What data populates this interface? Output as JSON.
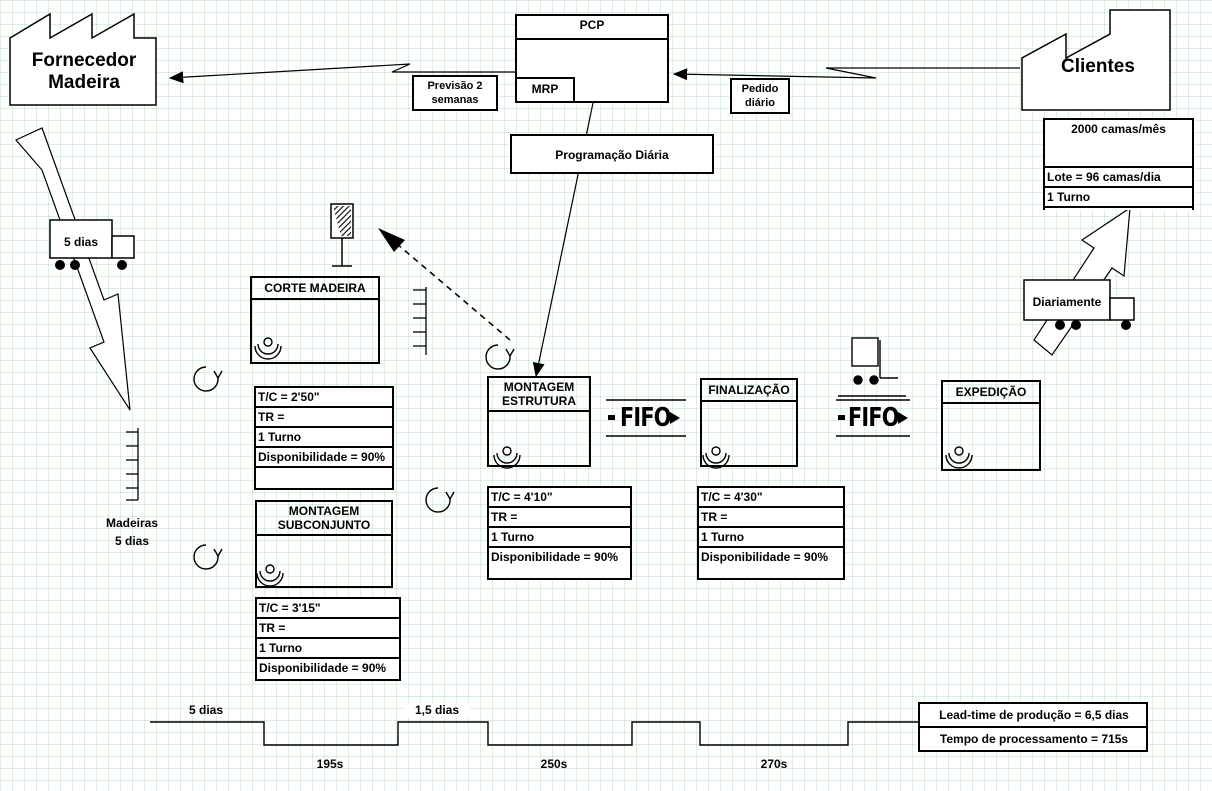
{
  "supplier": {
    "name_line1": "Fornecedor",
    "name_line2": "Madeira"
  },
  "customer": {
    "name": "Clientes",
    "demand": "2000 camas/mês",
    "lot": "Lote = 96 camas/dia",
    "shift": "1 Turno"
  },
  "pcp": {
    "title": "PCP",
    "mrp": "MRP"
  },
  "info_flows": {
    "forecast_line1": "Previsão 2",
    "forecast_line2": "semanas",
    "order_line1": "Pedido",
    "order_line2": "diário",
    "daily_schedule": "Programação  Diária"
  },
  "inbound_truck": {
    "label": "5 dias"
  },
  "outbound_truck": {
    "label": "Diariamente"
  },
  "raw_inventory": {
    "line1": "Madeiras",
    "line2": "5 dias"
  },
  "processes": {
    "corte": {
      "title": "CORTE  MADEIRA",
      "tc": "T/C = 2'50\"",
      "tr": "TR =",
      "shift": "1 Turno",
      "avail": "Disponibilidade  = 90%"
    },
    "subconjunto": {
      "title_line1": "MONTAGEM",
      "title_line2": "SUBCONJUNTO",
      "tc": "T/C = 3'15\"",
      "tr": "TR =",
      "shift": "1 Turno",
      "avail": "Disponibilidade  = 90%"
    },
    "estrutura": {
      "title_line1": "MONTAGEM",
      "title_line2": "ESTRUTURA",
      "tc": "T/C = 4'10\"",
      "tr": "TR =",
      "shift": "1 Turno",
      "avail": "Disponibilidade  = 90%"
    },
    "finalizacao": {
      "title": "FINALIZAÇÃO",
      "tc": "T/C = 4'30\"",
      "tr": "TR =",
      "shift": "1 Turno",
      "avail": "Disponibilidade  = 90%"
    },
    "expedicao": {
      "title": "EXPEDIÇÃO"
    }
  },
  "fifo": {
    "label1": "FIFO",
    "label2": "FIFO"
  },
  "timeline": {
    "wait1": "5 dias",
    "wait2": "1,5 dias",
    "proc1": "195s",
    "proc2": "250s",
    "proc3": "270s",
    "lead_time": "Lead-time de produção = 6,5 dias",
    "processing_time": "Tempo de processamento = 715s"
  }
}
